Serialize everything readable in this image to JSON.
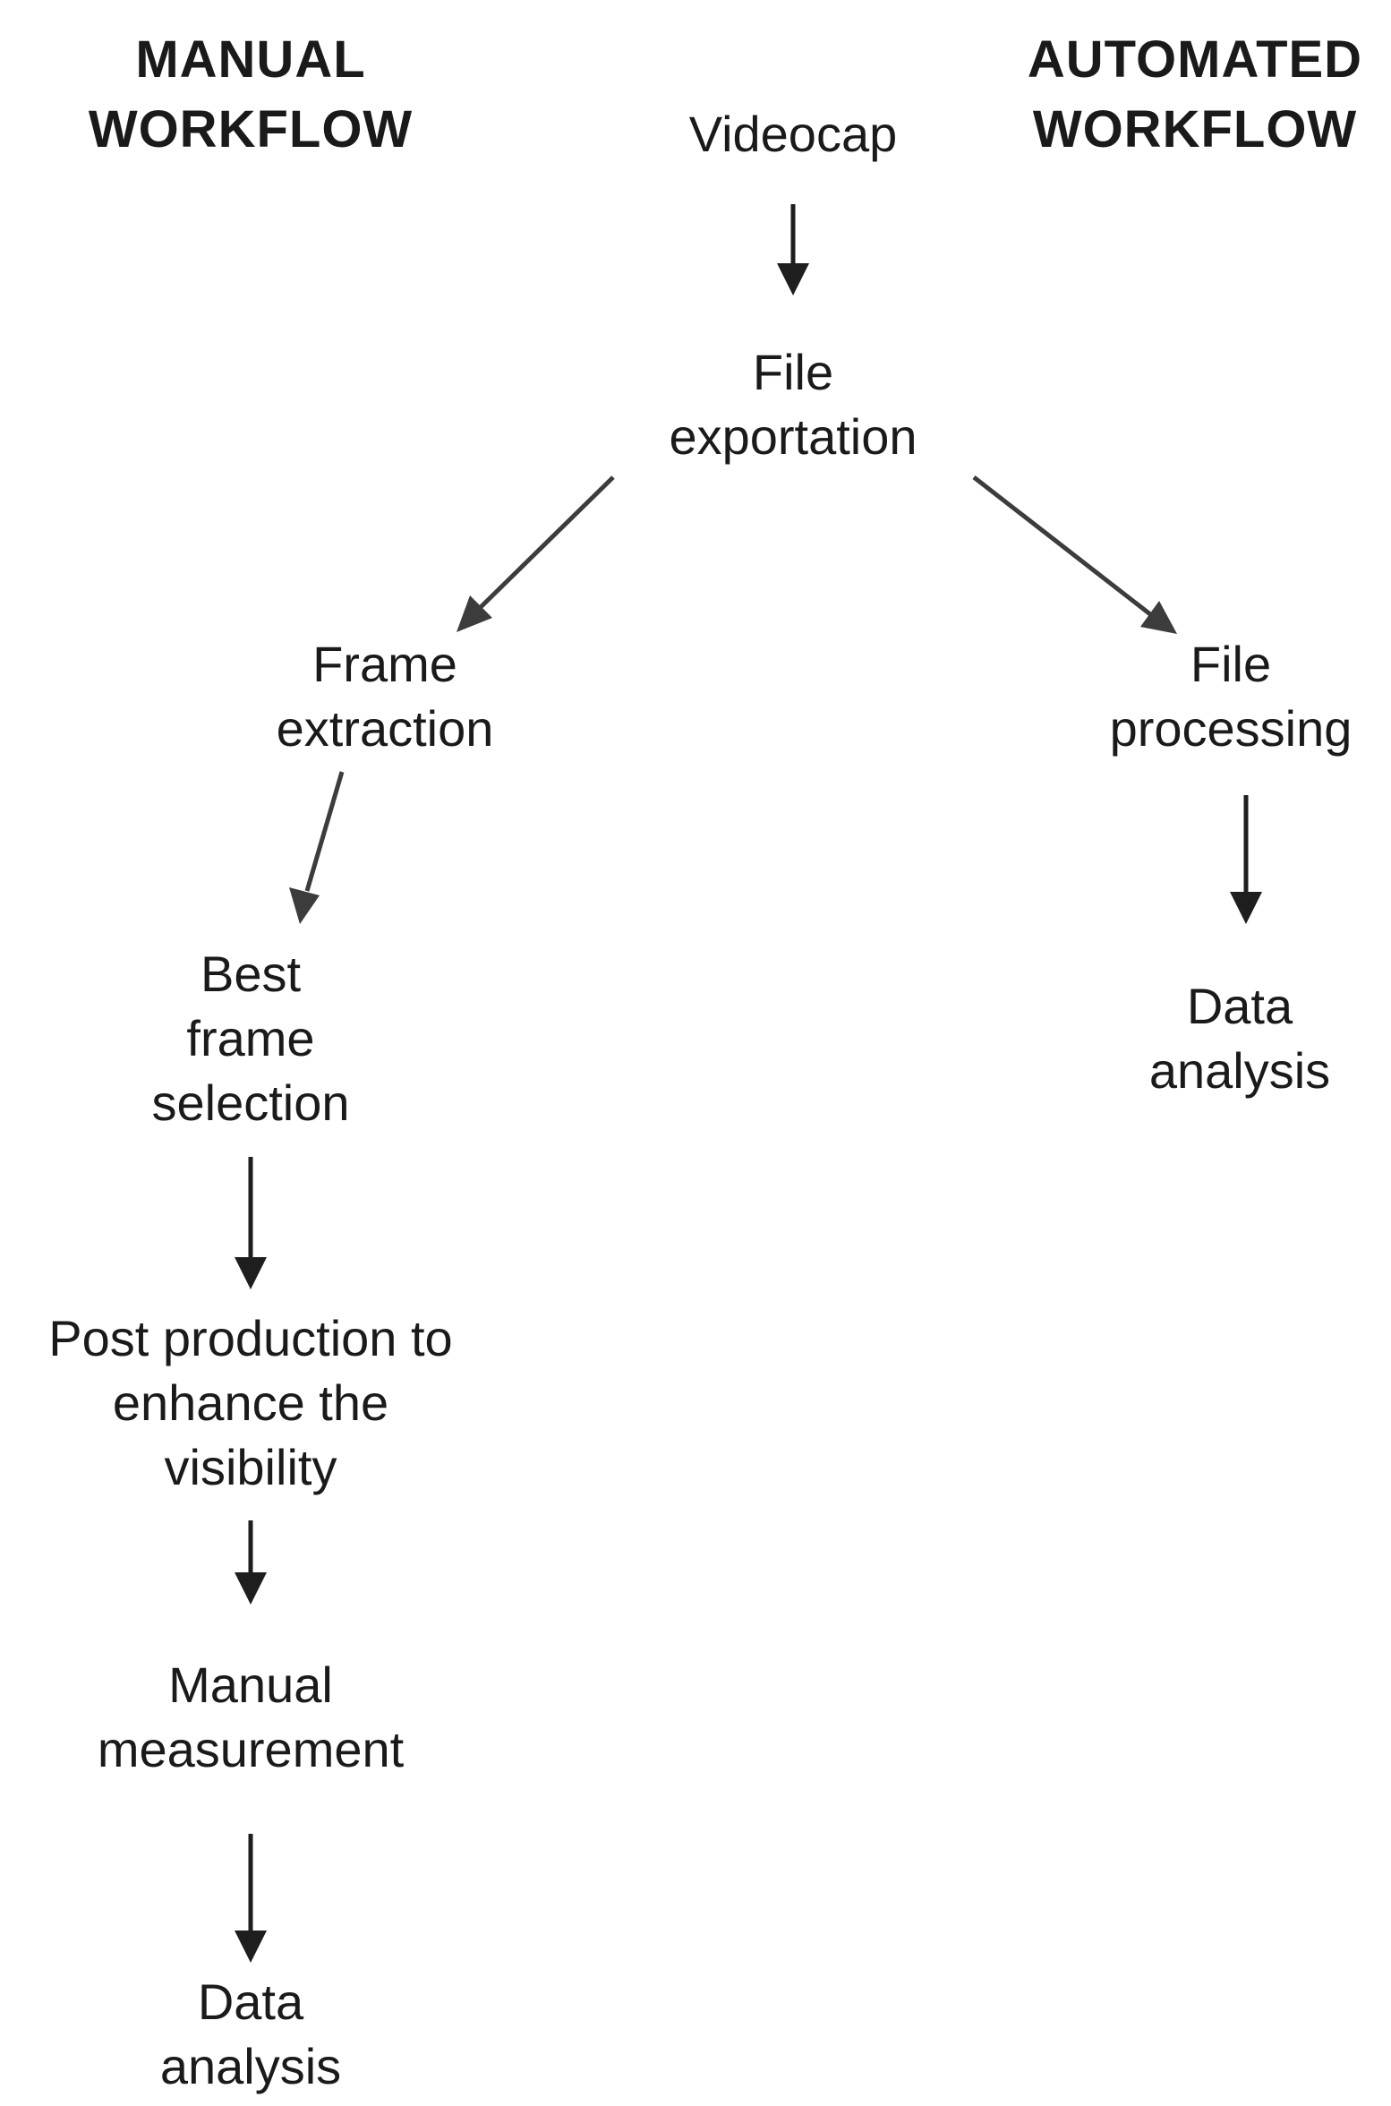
{
  "headings": {
    "manual": [
      "MANUAL",
      "WORKFLOW"
    ],
    "automated": [
      "AUTOMATED",
      "WORKFLOW"
    ]
  },
  "nodes": {
    "videocap": [
      "Videocap"
    ],
    "file_exportation": [
      "File",
      "exportation"
    ],
    "frame_extraction": [
      "Frame",
      "extraction"
    ],
    "best_frame_selection": [
      "Best",
      "frame",
      "selection"
    ],
    "post_production": [
      "Post production to",
      "enhance the",
      "visibility"
    ],
    "manual_measurement": [
      "Manual",
      "measurement"
    ],
    "manual_data_analysis": [
      "Data",
      "analysis"
    ],
    "file_processing": [
      "File",
      "processing"
    ],
    "automated_data_analysis": [
      "Data",
      "analysis"
    ]
  },
  "edges": [
    {
      "from": "videocap",
      "to": "file_exportation"
    },
    {
      "from": "file_exportation",
      "to": "frame_extraction"
    },
    {
      "from": "file_exportation",
      "to": "file_processing"
    },
    {
      "from": "frame_extraction",
      "to": "best_frame_selection"
    },
    {
      "from": "best_frame_selection",
      "to": "post_production"
    },
    {
      "from": "post_production",
      "to": "manual_measurement"
    },
    {
      "from": "manual_measurement",
      "to": "manual_data_analysis"
    },
    {
      "from": "file_processing",
      "to": "automated_data_analysis"
    }
  ]
}
